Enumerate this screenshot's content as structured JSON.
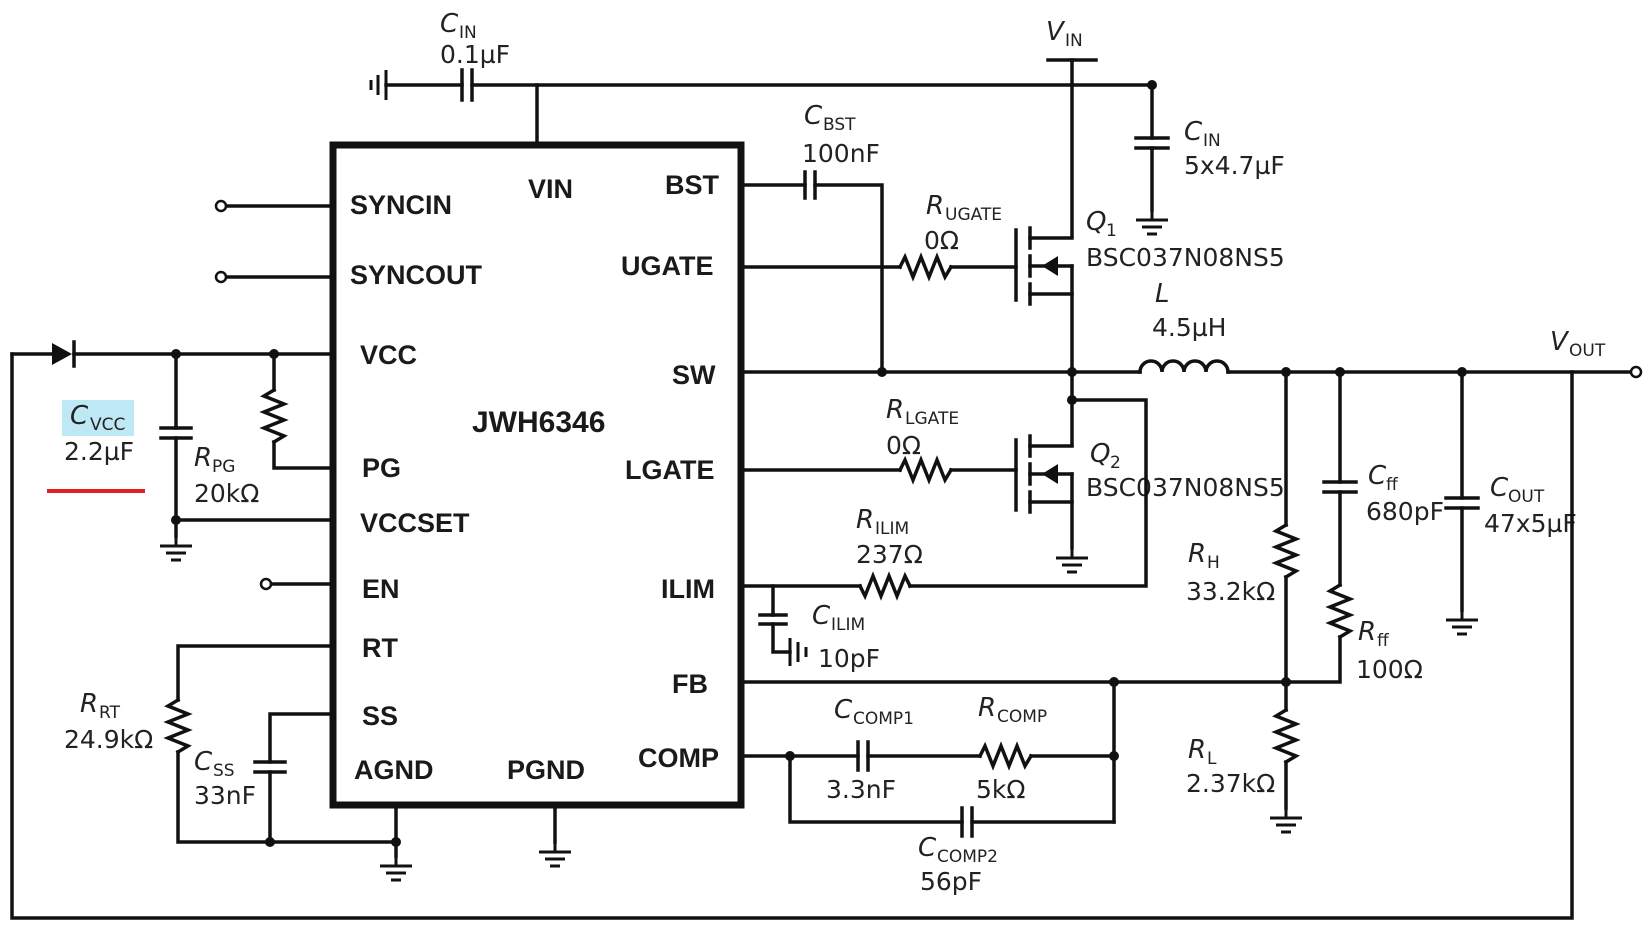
{
  "chip": {
    "name": "JWH6346",
    "pins_left": [
      "SYNCIN",
      "SYNCOUT",
      "VCC",
      "PG",
      "VCCSET",
      "EN",
      "RT",
      "SS",
      "AGND"
    ],
    "pins_top": [
      "VIN"
    ],
    "pins_bottom": [
      "PGND"
    ],
    "pins_right": [
      "BST",
      "UGATE",
      "SW",
      "LGATE",
      "ILIM",
      "FB",
      "COMP"
    ]
  },
  "nets": {
    "vin": "V",
    "vin_sub": "IN",
    "vout": "V",
    "vout_sub": "OUT"
  },
  "components": {
    "cin_small": {
      "ref": "C",
      "sub": "IN",
      "value": "0.1µF"
    },
    "cin_bulk": {
      "ref": "C",
      "sub": "IN",
      "value": "5x4.7µF"
    },
    "cbst": {
      "ref": "C",
      "sub": "BST",
      "value": "100nF"
    },
    "rugate": {
      "ref": "R",
      "sub": "UGATE",
      "value": "0Ω"
    },
    "rlgate": {
      "ref": "R",
      "sub": "LGATE",
      "value": "0Ω"
    },
    "q1": {
      "ref": "Q",
      "sub": "1",
      "part": "BSC037N08NS5"
    },
    "q2": {
      "ref": "Q",
      "sub": "2",
      "part": "BSC037N08NS5"
    },
    "inductor": {
      "ref": "L",
      "value": "4.5µH"
    },
    "rilim": {
      "ref": "R",
      "sub": "ILIM",
      "value": "237Ω"
    },
    "cilim": {
      "ref": "C",
      "sub": "ILIM",
      "value": "10pF"
    },
    "rh": {
      "ref": "R",
      "sub": "H",
      "value": "33.2kΩ"
    },
    "rl": {
      "ref": "R",
      "sub": "L",
      "value": "2.37kΩ"
    },
    "cff": {
      "ref": "C",
      "sub": "ff",
      "value": "680pF"
    },
    "rff": {
      "ref": "R",
      "sub": "ff",
      "value": "100Ω"
    },
    "cout": {
      "ref": "C",
      "sub": "OUT",
      "value": "47x5µF"
    },
    "ccomp1": {
      "ref": "C",
      "sub": "COMP1",
      "value": "3.3nF"
    },
    "rcomp": {
      "ref": "R",
      "sub": "COMP",
      "value": "5kΩ"
    },
    "ccomp2": {
      "ref": "C",
      "sub": "COMP2",
      "value": "56pF"
    },
    "cvcc": {
      "ref": "C",
      "sub": "VCC",
      "value": "2.2µF"
    },
    "rpg": {
      "ref": "R",
      "sub": "PG",
      "value": "20kΩ"
    },
    "rrt": {
      "ref": "R",
      "sub": "RT",
      "value": "24.9kΩ"
    },
    "css": {
      "ref": "C",
      "sub": "SS",
      "value": "33nF"
    }
  },
  "annotations": {
    "highlight_color": "#bfe8f5",
    "underline_color": "#e02020"
  }
}
